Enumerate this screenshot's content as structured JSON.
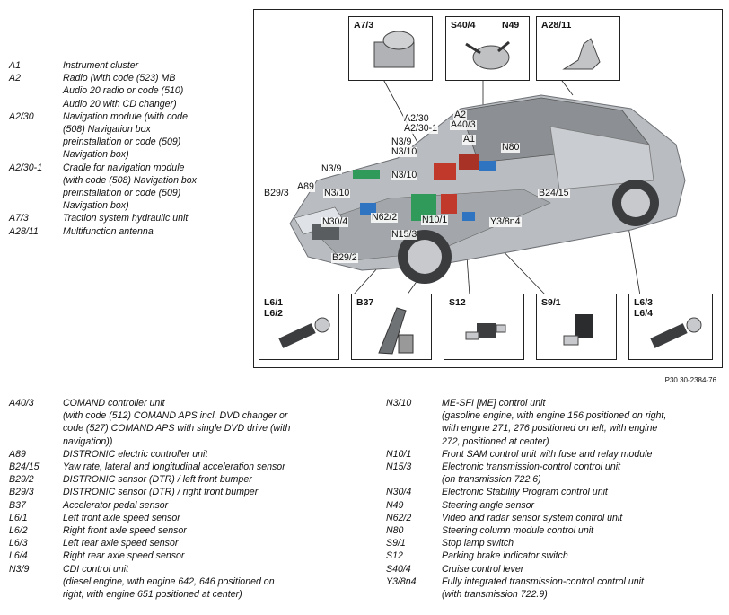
{
  "top_legend": [
    {
      "code": "A1",
      "desc": "Instrument cluster"
    },
    {
      "code": "A2",
      "desc": "Radio (with code (523) MB\nAudio 20 radio or code (510)\nAudio 20 with CD changer)"
    },
    {
      "code": "A2/30",
      "desc": "Navigation module (with code\n(508) Navigation box\npreinstallation or code (509)\nNavigation box)"
    },
    {
      "code": "A2/30-1",
      "desc": "Cradle for navigation module\n(with code (508) Navigation box\npreinstallation or code (509)\nNavigation box)"
    },
    {
      "code": "A7/3",
      "desc": "Traction system hydraulic unit"
    },
    {
      "code": "A28/11",
      "desc": "Multifunction antenna"
    }
  ],
  "left_legend": [
    {
      "code": "A40/3",
      "desc": "COMAND controller unit\n(with code (512) COMAND APS incl. DVD changer or\ncode (527) COMAND APS with single DVD drive (with\nnavigation))"
    },
    {
      "code": "A89",
      "desc": "DISTRONIC electric controller unit"
    },
    {
      "code": "B24/15",
      "desc": "Yaw rate, lateral and longitudinal acceleration sensor"
    },
    {
      "code": "B29/2",
      "desc": "DISTRONIC sensor (DTR) / left front bumper"
    },
    {
      "code": "B29/3",
      "desc": "DISTRONIC sensor (DTR) / right front bumper"
    },
    {
      "code": "B37",
      "desc": "Accelerator pedal sensor"
    },
    {
      "code": "L6/1",
      "desc": "Left front axle speed sensor"
    },
    {
      "code": "L6/2",
      "desc": "Right front axle speed sensor"
    },
    {
      "code": "L6/3",
      "desc": "Left rear axle speed sensor"
    },
    {
      "code": "L6/4",
      "desc": "Right rear axle speed sensor"
    },
    {
      "code": "N3/9",
      "desc": "CDI control unit\n(diesel engine, with engine 642, 646 positioned on\nright, with engine 651 positioned at center)"
    }
  ],
  "right_legend": [
    {
      "code": "N3/10",
      "desc": "ME-SFI [ME] control unit\n(gasoline engine, with engine 156 positioned on right,\nwith engine 271, 276 positioned on left, with engine\n272, positioned at center)"
    },
    {
      "code": "N10/1",
      "desc": "Front SAM control unit with fuse and relay module"
    },
    {
      "code": "N15/3",
      "desc": "Electronic transmission-control control unit\n(on transmission 722.6)"
    },
    {
      "code": "N30/4",
      "desc": "Electronic Stability Program control unit"
    },
    {
      "code": "N49",
      "desc": "Steering angle sensor"
    },
    {
      "code": "N62/2",
      "desc": "Video and radar sensor system control unit"
    },
    {
      "code": "N80",
      "desc": "Steering column module control unit"
    },
    {
      "code": "S9/1",
      "desc": "Stop lamp switch"
    },
    {
      "code": "S12",
      "desc": "Parking brake indicator switch"
    },
    {
      "code": "S40/4",
      "desc": "Cruise control lever"
    },
    {
      "code": "Y3/8n4",
      "desc": "Fully integrated transmission-control control unit\n(with transmission 722.9)"
    }
  ],
  "top_boxes": {
    "a73": "A7/3",
    "s404_n49_a": "S40/4",
    "s404_n49_b": "N49",
    "a2811": "A28/11"
  },
  "bottom_boxes": {
    "l61": "L6/1\nL6/2",
    "b37": "B37",
    "s12": "S12",
    "s91": "S9/1",
    "l63": "L6/3\nL6/4"
  },
  "callouts": {
    "a230": "A2/30",
    "a2": "A2",
    "a2301": "A2/30-1",
    "a403": "A40/3",
    "n39a": "N3/9",
    "n310a": "N3/10",
    "a1": "A1",
    "n80": "N80",
    "n39b": "N3/9",
    "a89": "A89",
    "n310b": "N3/10",
    "b293": "B29/3",
    "n304": "N30/4",
    "n622": "N62/2",
    "n101": "N10/1",
    "y38n4": "Y3/8n4",
    "b2415": "B24/15",
    "n153": "N15/3",
    "b292": "B29/2"
  },
  "figure_ref": "P30.30-2384-76",
  "colors": {
    "car_body": "#b9bcc0",
    "car_dark": "#6d7074",
    "module_green": "#2f9a5a",
    "module_red": "#c0392b",
    "module_blue": "#2f74c0"
  }
}
